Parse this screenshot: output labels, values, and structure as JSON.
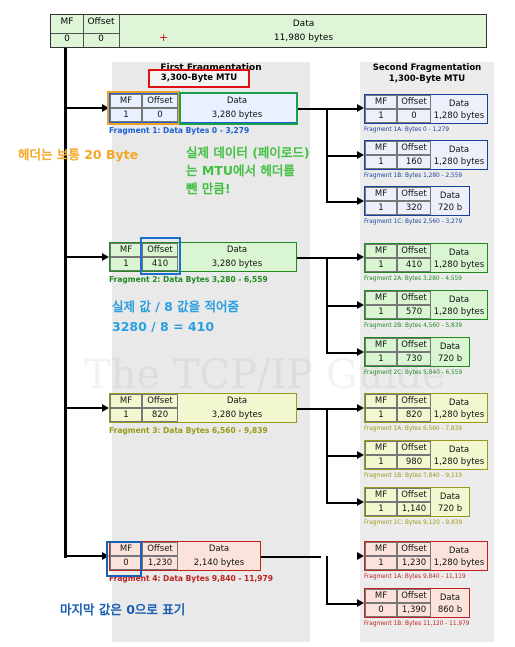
{
  "header": {
    "mf_label": "MF",
    "offset_label": "Offset",
    "data_label": "Data",
    "mf_value": "0",
    "offset_value": "0",
    "plus": "+",
    "data_value": "11,980 bytes"
  },
  "first_fragmentation": {
    "title": "First Fragmentation",
    "mtu": "3,300-Byte MTU",
    "fragments": [
      {
        "mf": "1",
        "offset": "0",
        "data": "3,280 bytes",
        "label": "Fragment 1: Data Bytes 0 - 3,279",
        "color": "#1a5fd6"
      },
      {
        "mf": "1",
        "offset": "410",
        "data": "3,280 bytes",
        "label": "Fragment 2: Data Bytes 3,280 - 6,559",
        "color": "#1e8a1e"
      },
      {
        "mf": "1",
        "offset": "820",
        "data": "3,280 bytes",
        "label": "Fragment 3: Data Bytes 6,560 - 9,839",
        "color": "#9a9a1a"
      },
      {
        "mf": "0",
        "offset": "1,230",
        "data": "2,140 bytes",
        "label": "Fragment 4: Data Bytes 9,840 - 11,979",
        "color": "#c02020"
      }
    ]
  },
  "second_fragmentation": {
    "title_line1": "Second Fragmentation",
    "title_line2": "1,300-Byte MTU",
    "fragments": [
      {
        "mf": "1",
        "offset": "0",
        "data1": "Data",
        "data2": "1,280 bytes",
        "label": "Fragment 1A: Bytes 0 - 1,279",
        "color": "#1a3fa0"
      },
      {
        "mf": "1",
        "offset": "160",
        "data1": "Data",
        "data2": "1,280 bytes",
        "label": "Fragment 1B: Bytes 1,280 - 2,559",
        "color": "#1a3fa0"
      },
      {
        "mf": "1",
        "offset": "320",
        "data1": "Data",
        "data2": "720 b",
        "label": "Fragment 1C: Bytes 2,560 - 3,279",
        "color": "#1a3fa0"
      },
      {
        "mf": "1",
        "offset": "410",
        "data1": "Data",
        "data2": "1,280 bytes",
        "label": "Fragment 2A: Bytes 3,280 - 4,559",
        "color": "#1e8a1e"
      },
      {
        "mf": "1",
        "offset": "570",
        "data1": "Data",
        "data2": "1,280 bytes",
        "label": "Fragment 2B: Bytes 4,560 - 5,839",
        "color": "#1e8a1e"
      },
      {
        "mf": "1",
        "offset": "730",
        "data1": "Data",
        "data2": "720 b",
        "label": "Fragment 2C: Bytes 5,840 - 6,559",
        "color": "#1e8a1e"
      },
      {
        "mf": "1",
        "offset": "820",
        "data1": "Data",
        "data2": "1,280 bytes",
        "label": "Fragment 1A: Bytes 6,560 - 7,839",
        "color": "#9a9a1a"
      },
      {
        "mf": "1",
        "offset": "980",
        "data1": "Data",
        "data2": "1,280 bytes",
        "label": "Fragment 1B: Bytes 7,840 - 9,119",
        "color": "#9a9a1a"
      },
      {
        "mf": "1",
        "offset": "1,140",
        "data1": "Data",
        "data2": "720 b",
        "label": "Fragment 1C: Bytes 9,120 - 9,839",
        "color": "#9a9a1a"
      },
      {
        "mf": "1",
        "offset": "1,230",
        "data1": "Data",
        "data2": "1,280 bytes",
        "label": "Fragment 1A: Bytes 9,840 - 11,119",
        "color": "#c02020"
      },
      {
        "mf": "0",
        "offset": "1,390",
        "data1": "Data",
        "data2": "860 b",
        "label": "Fragment 1B: Bytes 11,120 - 11,979",
        "color": "#c02020"
      }
    ]
  },
  "annotations": {
    "header_note": "헤더는 보통 20 Byte",
    "data_note_1": "실제 데이터 (페이로드)",
    "data_note_2": "는  MTU에서 헤더를",
    "data_note_3": "뺀 만큼!",
    "offset_note_1": "실제 값 / 8 값을 적어줌",
    "offset_note_2": "3280 / 8 = 410",
    "mf_note": "마지막 값은 0으로 표기"
  },
  "watermark": "The TCP/IP Guide",
  "colors": {
    "fill_green": "#d9f5d2",
    "fill_yellow": "#f5f7d2",
    "fill_red": "#fbe1d9",
    "fill_blue": "#e9edf8",
    "highlight_red": "#e01010",
    "highlight_orange": "#f0a020",
    "highlight_green": "#1aa04a",
    "highlight_blue": "#1a6fd0",
    "note_orange": "#f5a623",
    "note_green": "#44c044",
    "note_blue": "#2a9fe0",
    "note_darkblue": "#1a5fb4"
  }
}
